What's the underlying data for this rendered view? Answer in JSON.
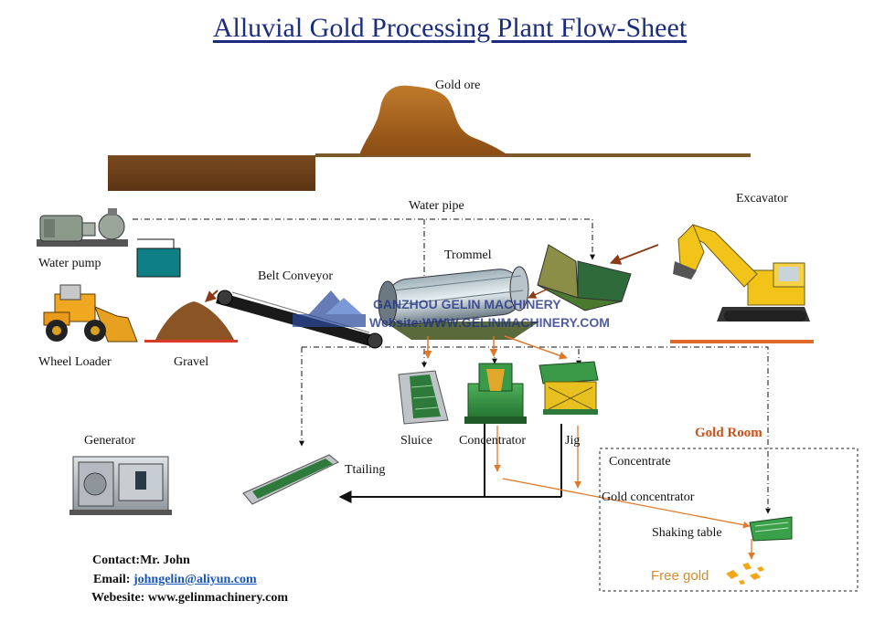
{
  "title": "Alluvial Gold Processing Plant Flow-Sheet",
  "labels": {
    "gold_ore": "Gold ore",
    "water_pipe": "Water  pipe",
    "excavator": "Excavator",
    "trommel": "Trommel",
    "belt_conveyor": "Belt Conveyor",
    "water_pump": "Water pump",
    "wheel_loader": "Wheel  Loader",
    "gravel": "Gravel",
    "sluice": "Sluice",
    "concentrator": "Concentrator",
    "jig": "Jig",
    "generator": "Generator",
    "tailing": "Ttailing",
    "gold_room": "Gold  Room",
    "concentrate": "Concentrate",
    "gold_concentrator": "Gold concentrator",
    "shaking_table": "Shaking  table",
    "free_gold": "Free gold"
  },
  "watermark": {
    "company": "GANZHOU GELIN MACHINERY",
    "website": "Website:WWW.GELINMACHINERY.COM"
  },
  "contact": {
    "name": "Contact:Mr. John",
    "email_label": "Email: ",
    "email": "johngelin@aliyun.com",
    "website": "Webesite: www.gelinmachinery.com"
  },
  "colors": {
    "title": "#1c2c7e",
    "ore": "#a8611c",
    "gold_room_label": "#c4531c",
    "flow_arrow": "#e07a2a",
    "equipment_green": "#2e8a3c",
    "excavator_yellow": "#f2c318",
    "gravel_base": "#d93a2a"
  }
}
